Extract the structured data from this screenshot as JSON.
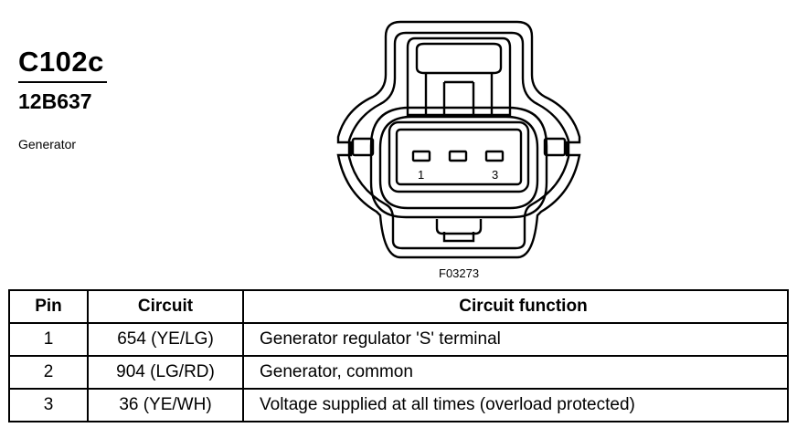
{
  "connector": {
    "id": "C102c",
    "part_number": "12B637",
    "component": "Generator",
    "figure_id": "F03273",
    "pin_labels": {
      "first": "1",
      "last": "3"
    }
  },
  "table": {
    "headers": {
      "pin": "Pin",
      "circuit": "Circuit",
      "function": "Circuit function"
    },
    "rows": [
      {
        "pin": "1",
        "circuit": "654 (YE/LG)",
        "function": "Generator regulator 'S' terminal"
      },
      {
        "pin": "2",
        "circuit": "904 (LG/RD)",
        "function": "Generator, common"
      },
      {
        "pin": "3",
        "circuit": "36 (YE/WH)",
        "function": "Voltage supplied at all times (overload protected)"
      }
    ]
  }
}
